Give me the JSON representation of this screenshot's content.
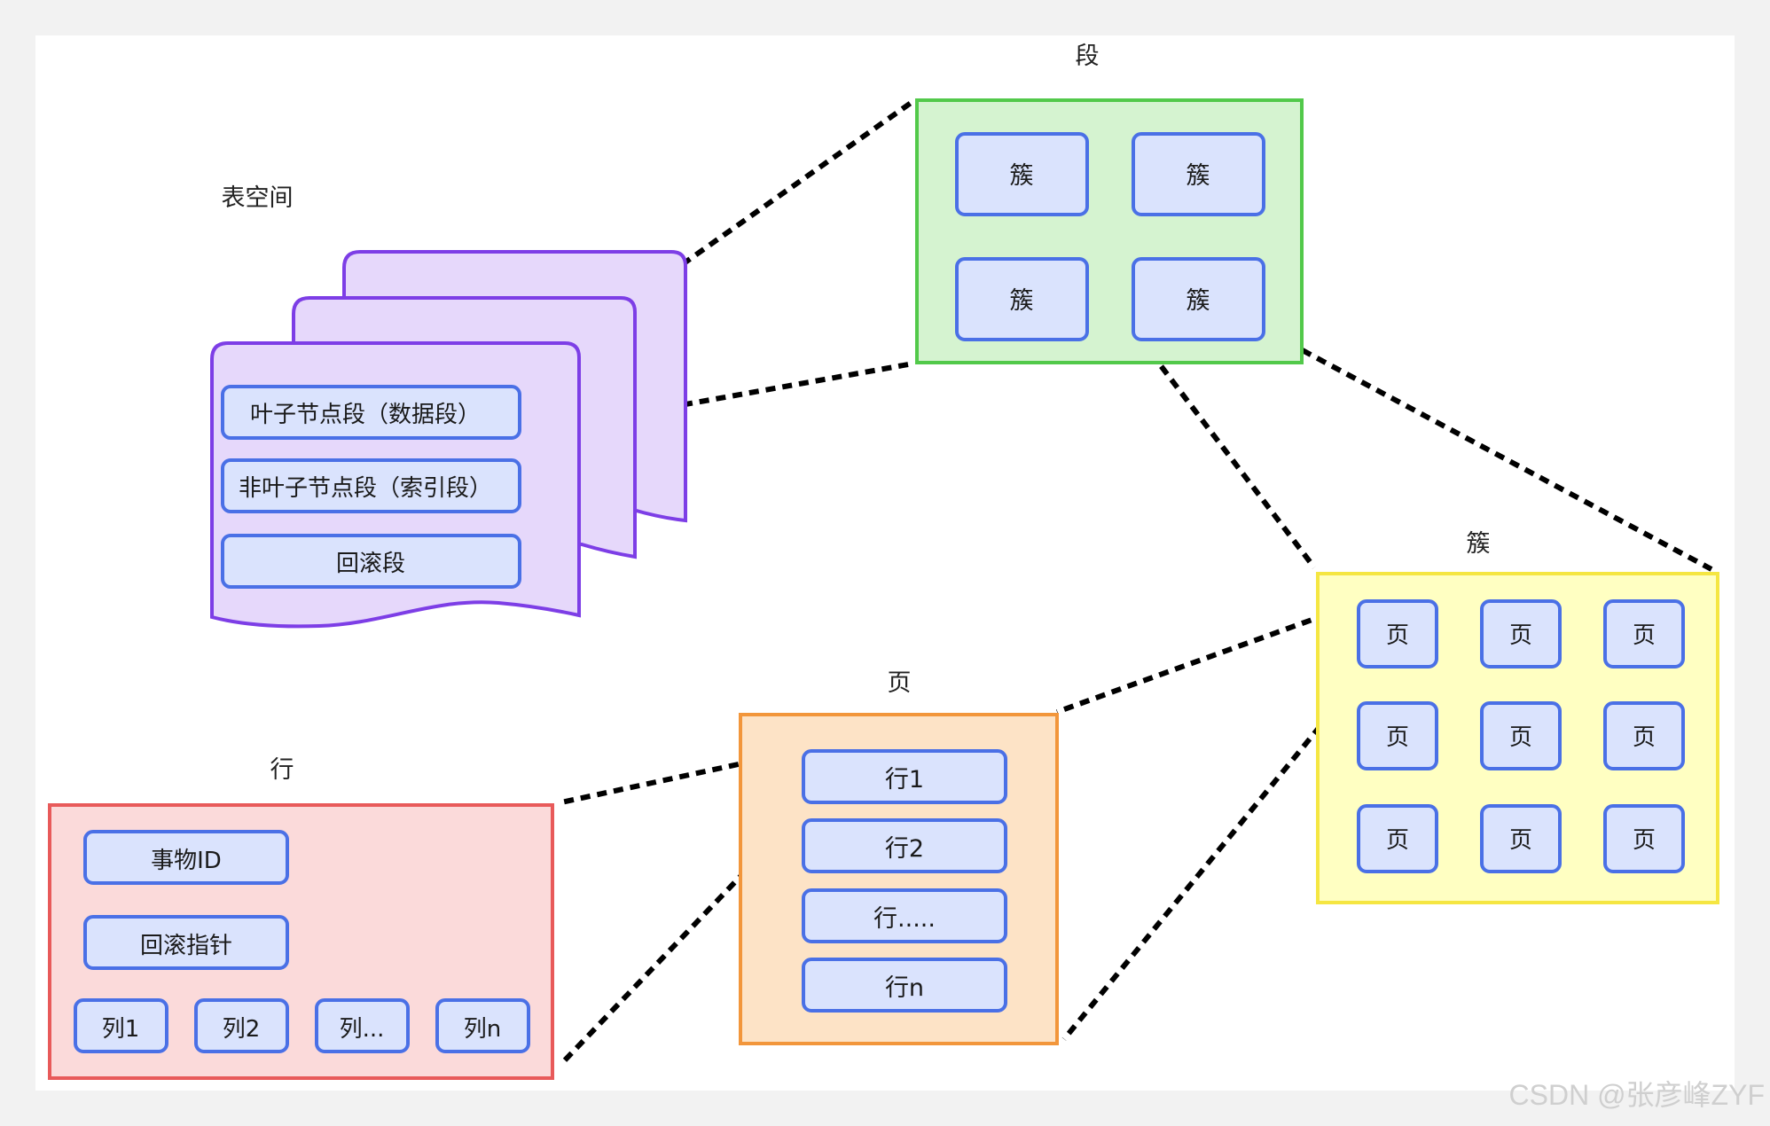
{
  "titles": {
    "tablespace": "表空间",
    "segment": "段",
    "extent": "簇",
    "page": "页",
    "row": "行"
  },
  "tablespace": {
    "items": [
      "叶子节点段（数据段）",
      "非叶子节点段（索引段）",
      "回滚段"
    ]
  },
  "segment": {
    "items": [
      "簇",
      "簇",
      "簇",
      "簇"
    ]
  },
  "extent": {
    "items": [
      "页",
      "页",
      "页",
      "页",
      "页",
      "页",
      "页",
      "页",
      "页"
    ]
  },
  "page": {
    "items": [
      "行1",
      "行2",
      "行.....",
      "行n"
    ]
  },
  "row": {
    "trx_id": "事物ID",
    "roll_ptr": "回滚指针",
    "columns": [
      "列1",
      "列2",
      "列...",
      "列n"
    ]
  },
  "watermark": "CSDN @张彦峰ZYF",
  "colors": {
    "tablespace_fill": "#e6d8fb",
    "tablespace_stroke": "#7d3ee6",
    "segment_fill": "#d5f3d0",
    "segment_stroke": "#52c94a",
    "extent_fill": "#ffffc2",
    "extent_stroke": "#f5e642",
    "page_fill": "#fde3c6",
    "page_stroke": "#f2963b",
    "row_fill": "#fbdada",
    "row_stroke": "#e85a5a",
    "node_fill": "#dae3fd",
    "node_stroke": "#4a70e6"
  }
}
